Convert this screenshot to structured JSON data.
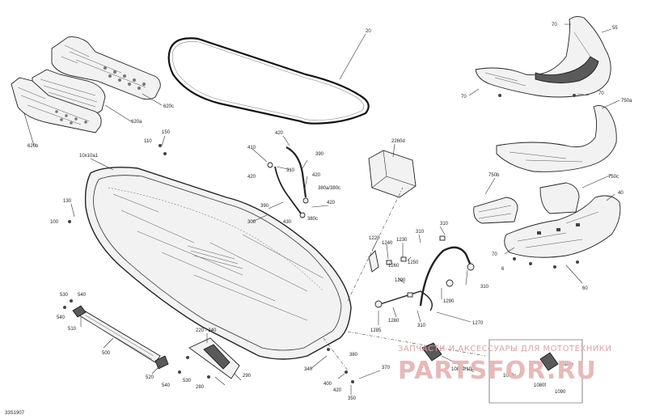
{
  "diagram": {
    "code": "33S1907",
    "labels": [
      {
        "id": "l-20",
        "text": "20"
      },
      {
        "id": "l-55",
        "text": "55"
      },
      {
        "id": "l-70a",
        "text": "70"
      },
      {
        "id": "l-70b",
        "text": "70"
      },
      {
        "id": "l-70c",
        "text": "70"
      },
      {
        "id": "l-750a",
        "text": "750a"
      },
      {
        "id": "l-750b",
        "text": "750b"
      },
      {
        "id": "l-750c",
        "text": "750c"
      },
      {
        "id": "l-40",
        "text": "40"
      },
      {
        "id": "l-70d",
        "text": "70"
      },
      {
        "id": "l-6",
        "text": "6"
      },
      {
        "id": "l-60",
        "text": "60"
      },
      {
        "id": "l-620c",
        "text": "620c"
      },
      {
        "id": "l-620a",
        "text": "620a"
      },
      {
        "id": "l-620b",
        "text": "620b"
      },
      {
        "id": "l-150",
        "text": "150"
      },
      {
        "id": "l-110",
        "text": "110"
      },
      {
        "id": "l-10x",
        "text": "10x10a1"
      },
      {
        "id": "l-130",
        "text": "130"
      },
      {
        "id": "l-100",
        "text": "100"
      },
      {
        "id": "l-420a",
        "text": "420"
      },
      {
        "id": "l-410",
        "text": "410"
      },
      {
        "id": "l-390a",
        "text": "390"
      },
      {
        "id": "l-310a",
        "text": "310"
      },
      {
        "id": "l-420b",
        "text": "420"
      },
      {
        "id": "l-420c",
        "text": "420"
      },
      {
        "id": "l-380a",
        "text": "380a/380c"
      },
      {
        "id": "l-390b",
        "text": "390"
      },
      {
        "id": "l-420d",
        "text": "420"
      },
      {
        "id": "l-300",
        "text": "300"
      },
      {
        "id": "l-430",
        "text": "430"
      },
      {
        "id": "l-380c",
        "text": "380c"
      },
      {
        "id": "l-2260d",
        "text": "2260d"
      },
      {
        "id": "l-310b",
        "text": "310"
      },
      {
        "id": "l-310c",
        "text": "310"
      },
      {
        "id": "l-1220",
        "text": "1220"
      },
      {
        "id": "l-1240",
        "text": "1240"
      },
      {
        "id": "l-1230",
        "text": "1230"
      },
      {
        "id": "l-1250",
        "text": "1250"
      },
      {
        "id": "l-1260",
        "text": "1260"
      },
      {
        "id": "l-310d",
        "text": "310"
      },
      {
        "id": "l-1290a",
        "text": "1290"
      },
      {
        "id": "l-1290b",
        "text": "1290"
      },
      {
        "id": "l-1285",
        "text": "1285"
      },
      {
        "id": "l-1280",
        "text": "1280"
      },
      {
        "id": "l-310e",
        "text": "310"
      },
      {
        "id": "l-1270",
        "text": "1270"
      },
      {
        "id": "l-530",
        "text": "530"
      },
      {
        "id": "l-540a",
        "text": "540"
      },
      {
        "id": "l-540b",
        "text": "540"
      },
      {
        "id": "l-510",
        "text": "510"
      },
      {
        "id": "l-500",
        "text": "500"
      },
      {
        "id": "l-220",
        "text": "220 - 240"
      },
      {
        "id": "l-520",
        "text": "520"
      },
      {
        "id": "l-530b",
        "text": "530"
      },
      {
        "id": "l-540c",
        "text": "540"
      },
      {
        "id": "l-280",
        "text": "280"
      },
      {
        "id": "l-290",
        "text": "290"
      },
      {
        "id": "l-340",
        "text": "340"
      },
      {
        "id": "l-380b",
        "text": "380"
      },
      {
        "id": "l-370",
        "text": "370"
      },
      {
        "id": "l-400",
        "text": "400"
      },
      {
        "id": "l-420e",
        "text": "420"
      },
      {
        "id": "l-350",
        "text": "350"
      },
      {
        "id": "l-1080e",
        "text": "1080e/1080a"
      },
      {
        "id": "l-1080b",
        "text": "1080b"
      },
      {
        "id": "l-1080c",
        "text": "1080c"
      },
      {
        "id": "l-1080f",
        "text": "1080f"
      },
      {
        "id": "l-1090",
        "text": "1090"
      }
    ],
    "watermark": {
      "line1": "ЗАПЧАСТИ И АКСЕССУАРЫ ДЛЯ МОТОТЕХНИКИ",
      "line2": "PARTSFOR.RU"
    }
  }
}
